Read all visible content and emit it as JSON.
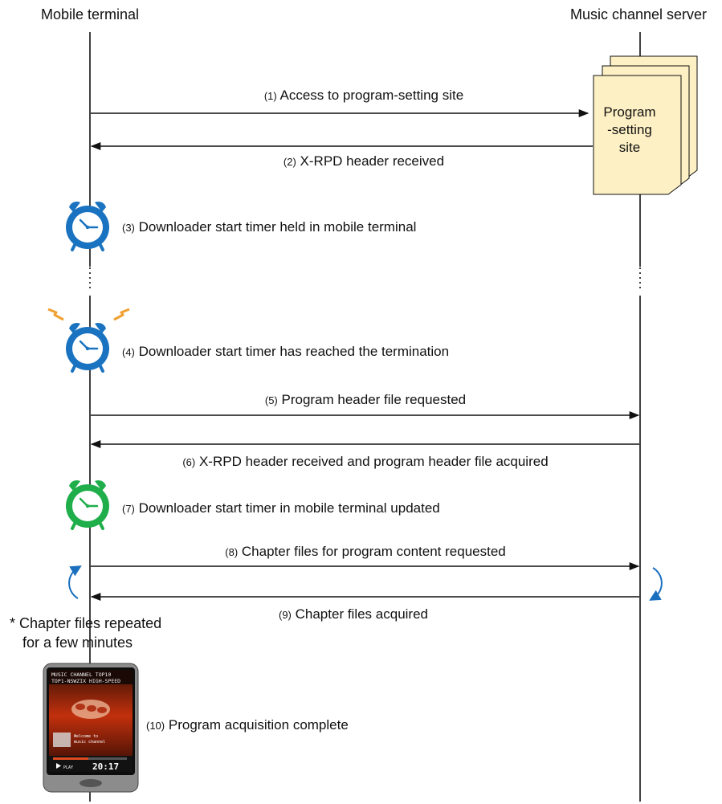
{
  "participants": {
    "left": "Mobile terminal",
    "right": "Music channel server"
  },
  "server_box_label": [
    "Program",
    "-setting",
    "site"
  ],
  "messages": [
    {
      "num": "(1)",
      "text": "Access to program-setting site"
    },
    {
      "num": "(2)",
      "text": "X-RPD header received"
    },
    {
      "num": "(3)",
      "text": "Downloader start timer held in mobile terminal"
    },
    {
      "num": "(4)",
      "text": "Downloader start timer has reached the termination"
    },
    {
      "num": "(5)",
      "text": "Program header file requested"
    },
    {
      "num": "(6)",
      "text": "X-RPD header received and program header file acquired"
    },
    {
      "num": "(7)",
      "text": "Downloader start timer in mobile terminal updated"
    },
    {
      "num": "(8)",
      "text": "Chapter files for program content requested"
    },
    {
      "num": "(9)",
      "text": "Chapter files acquired"
    },
    {
      "num": "(10)",
      "text": "Program acquisition complete"
    }
  ],
  "note": [
    "* Chapter files repeated",
    "for a few minutes"
  ],
  "phone_screen": {
    "line1": "MUSIC CHANNEL TOP10",
    "line2": "TOP1-NSWZIX HIGH-SPEED",
    "welcome1": "Welcome to",
    "welcome2": "music channel",
    "play": "PLAY",
    "time": "20:17"
  },
  "colors": {
    "clock_blue": "#1a73c0",
    "clock_green": "#1fae4a",
    "site_box_fill": "#fdf0c4",
    "repeat_arrow": "#1a6fbf",
    "alarm_spark": "#f0a030"
  }
}
